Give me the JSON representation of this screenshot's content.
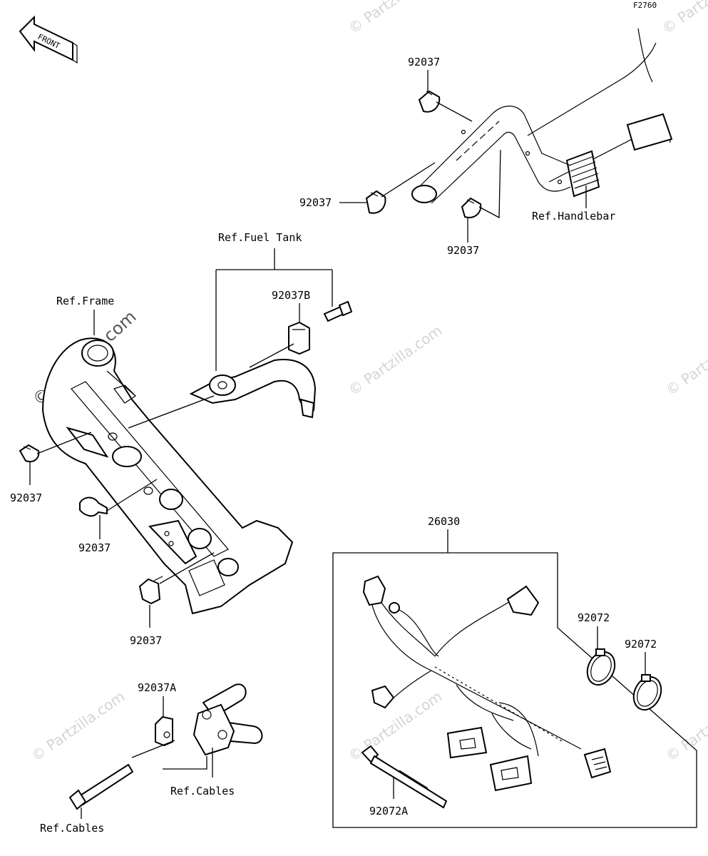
{
  "diagram_code": "F2760",
  "front_label": "FRONT",
  "watermark": "© Partzilla.com",
  "labels": {
    "p92037_top": "92037",
    "p92037_left_handle": "92037",
    "p92037_right_handle": "92037",
    "ref_handlebar": "Ref.Handlebar",
    "ref_fuel_tank": "Ref.Fuel Tank",
    "p92037b": "92037B",
    "ref_frame": "Ref.Frame",
    "p92037_frame_1": "92037",
    "p92037_frame_2": "92037",
    "p92037_frame_3": "92037",
    "p92037a": "92037A",
    "ref_cables_1": "Ref.Cables",
    "ref_cables_2": "Ref.Cables",
    "p26030": "26030",
    "p92072_1": "92072",
    "p92072_2": "92072",
    "p92072a": "92072A"
  }
}
